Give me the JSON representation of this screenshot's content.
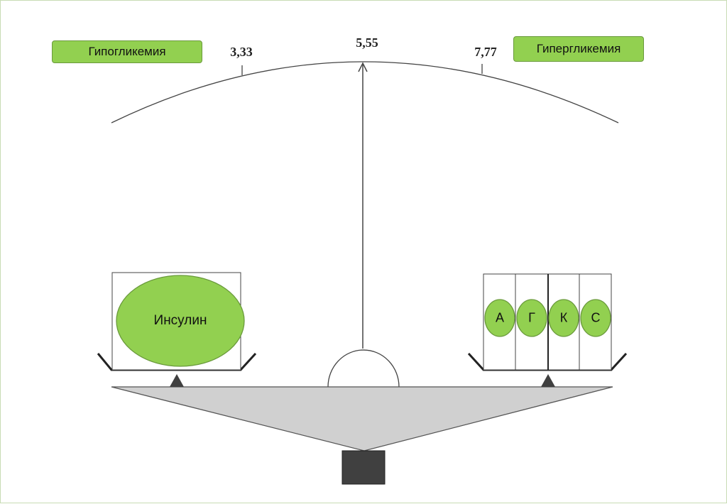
{
  "labels": {
    "hypo": "Гипогликемия",
    "hyper": "Гипергликемия"
  },
  "scale": {
    "ticks": [
      "3,33",
      "5,55",
      "7,77"
    ]
  },
  "left_pan": {
    "label": "Инсулин"
  },
  "right_pan": {
    "items": [
      "А",
      "Г",
      "К",
      "С"
    ]
  },
  "colors": {
    "green_fill": "#92d050",
    "green_stroke": "#6a9a3c",
    "beam_fill": "#d0d0d0",
    "base_fill": "#404040",
    "line": "#333333"
  }
}
